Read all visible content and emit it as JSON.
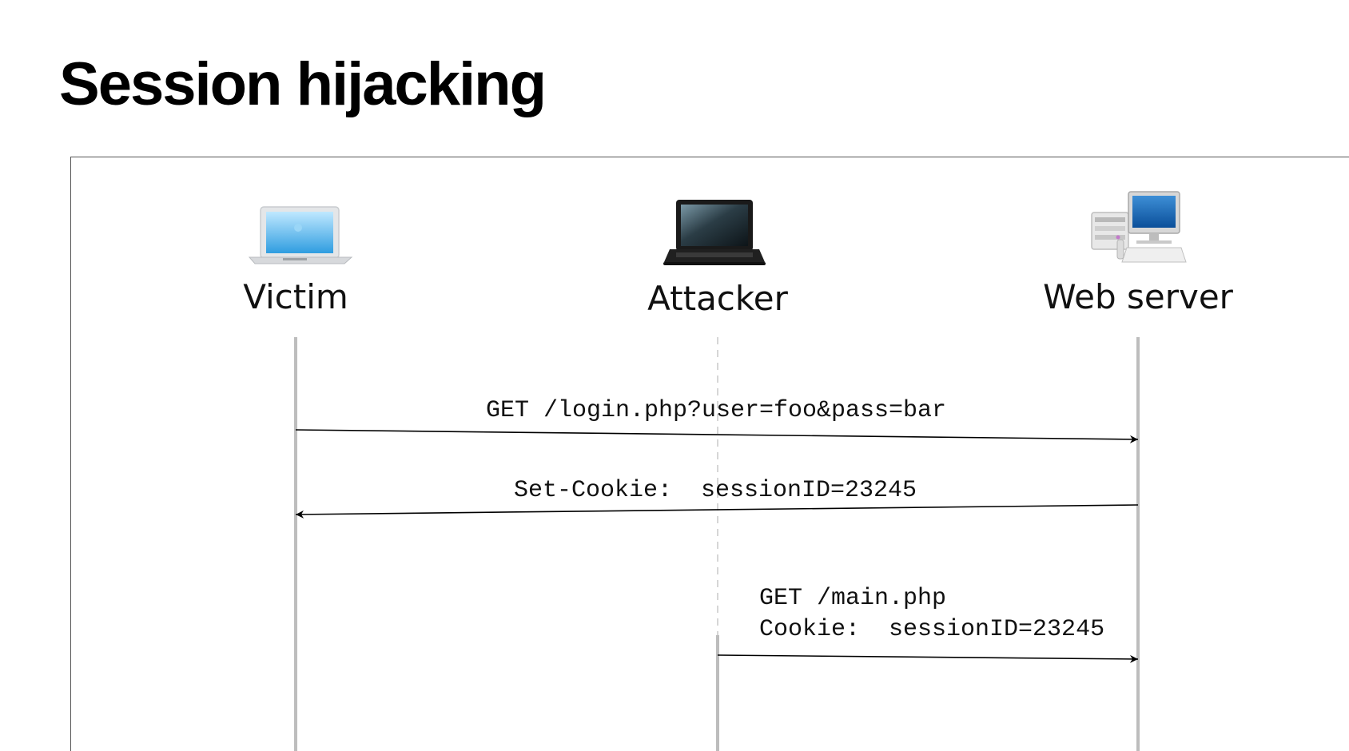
{
  "title": "Session hijacking",
  "actors": [
    {
      "name": "Victim",
      "icon": "laptop-icon"
    },
    {
      "name": "Attacker",
      "icon": "laptop-icon"
    },
    {
      "name": "Web server",
      "icon": "server-computer-icon"
    }
  ],
  "messages": [
    {
      "from": "Victim",
      "to": "Web server",
      "lines": [
        "GET /login.php?user=foo&pass=bar"
      ]
    },
    {
      "from": "Web server",
      "to": "Victim",
      "lines": [
        "Set-Cookie:  sessionID=23245"
      ]
    },
    {
      "from": "Attacker",
      "to": "Web server",
      "lines": [
        "GET /main.php",
        "Cookie:  sessionID=23245"
      ]
    }
  ],
  "colors": {
    "lifeline": "#bdbdbd",
    "arrow": "#000000",
    "frame": "#555555"
  }
}
